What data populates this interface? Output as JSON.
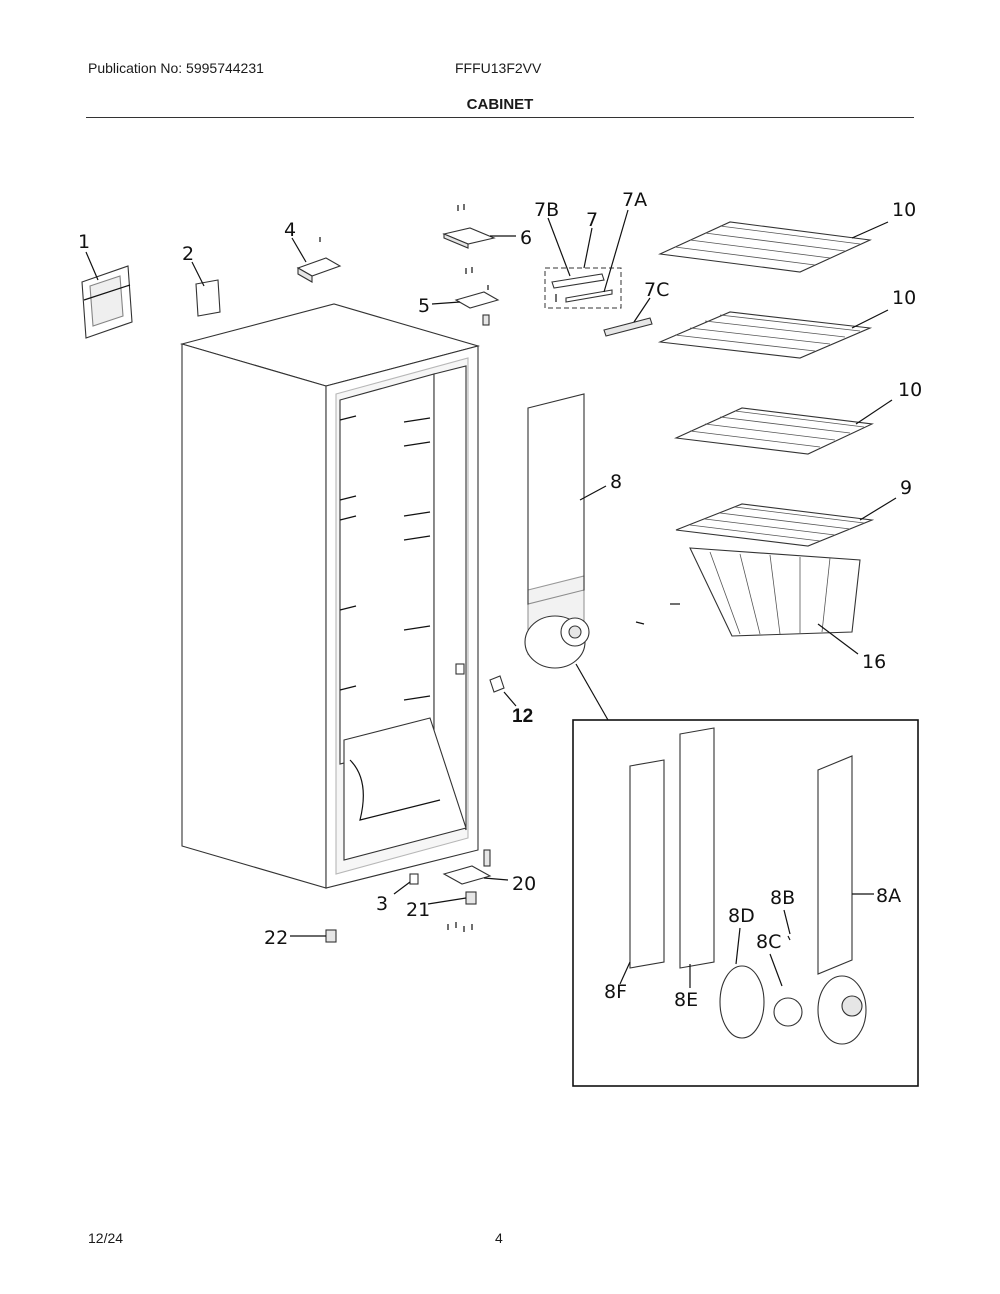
{
  "header": {
    "publication": "Publication No: 5995744231",
    "model": "FFFU13F2VV",
    "title": "CABINET"
  },
  "footer": {
    "date": "12/24",
    "page": "4"
  },
  "callouts": {
    "c1": "1",
    "c2": "2",
    "c3": "3",
    "c4": "4",
    "c5": "5",
    "c6": "6",
    "c7": "7",
    "c7a": "7A",
    "c7b": "7B",
    "c7c": "7C",
    "c8": "8",
    "c8a": "8A",
    "c8b": "8B",
    "c8c": "8C",
    "c8d": "8D",
    "c8e": "8E",
    "c8f": "8F",
    "c9": "9",
    "c10a": "10",
    "c10b": "10",
    "c10c": "10",
    "c12": "12",
    "c16": "16",
    "c20": "20",
    "c21": "21",
    "c22": "22"
  }
}
